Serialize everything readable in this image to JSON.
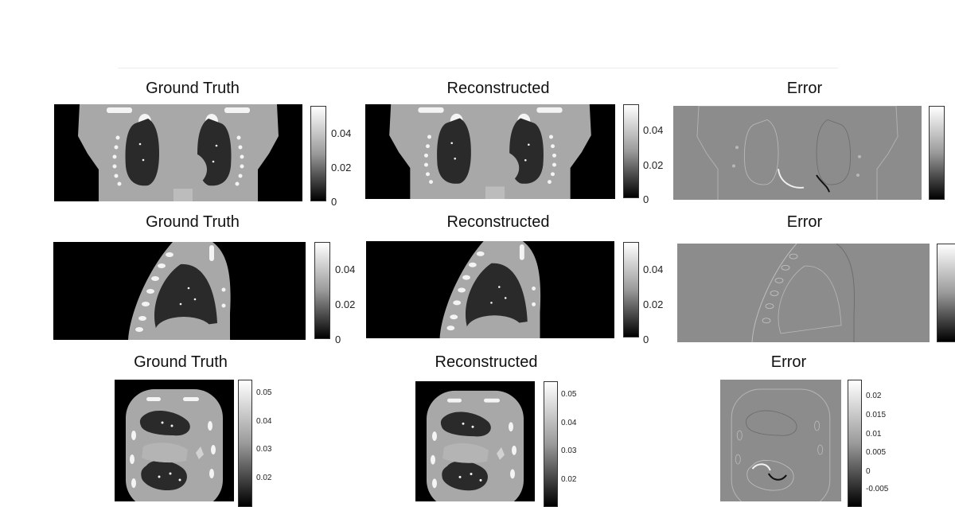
{
  "panels": {
    "row1": {
      "gt_title": "Ground Truth",
      "rec_title": "Reconstructed",
      "err_title": "Error",
      "gt_ticks": [
        "0.04",
        "0.02",
        "0"
      ],
      "rec_ticks": [
        "0.04",
        "0.02",
        "0"
      ]
    },
    "row2": {
      "gt_title": "Ground Truth",
      "rec_title": "Reconstructed",
      "err_title": "Error",
      "gt_ticks": [
        "0.04",
        "0.02",
        "0"
      ],
      "rec_ticks": [
        "0.04",
        "0.02",
        "0"
      ]
    },
    "row3": {
      "gt_title": "Ground Truth",
      "rec_title": "Reconstructed",
      "err_title": "Error",
      "gt_ticks": [
        "0.05",
        "0.04",
        "0.03",
        "0.02"
      ],
      "rec_ticks": [
        "0.05",
        "0.04",
        "0.03",
        "0.02"
      ],
      "err_ticks": [
        "0.02",
        "0.015",
        "0.01",
        "0.005",
        "0",
        "-0.005"
      ]
    }
  },
  "colors": {
    "background": "#ffffff",
    "soft_tissue": "#a8a8a8",
    "air": "#000000",
    "lung": "#2a2a2a",
    "bone": "#f4f4f4",
    "error_bg": "#8c8c8c"
  }
}
